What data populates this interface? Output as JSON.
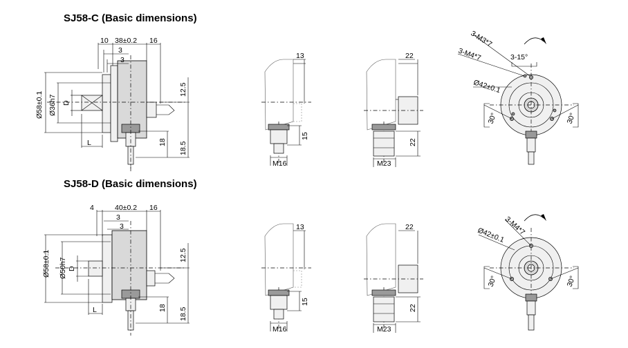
{
  "sections": [
    {
      "title": "SJ58-C (Basic dimensions)",
      "side_view": {
        "top_dims": [
          "10",
          "38±0.2",
          "16",
          "3",
          "3"
        ],
        "left_dims": [
          "Ø58±0.1",
          "Ø36h7",
          "D"
        ],
        "right_dims": [
          "12.5",
          "18",
          "18.5"
        ],
        "bottom_dims": [
          "L"
        ]
      },
      "m16_view": {
        "dims": [
          "13",
          "15"
        ],
        "connector": "M16"
      },
      "m23_view": {
        "dims": [
          "22",
          "22"
        ],
        "connector": "M23"
      },
      "front_view": {
        "labels": [
          "3-M3*7",
          "3-M4*7",
          "3-15°",
          "Ø42±0.1",
          "30°",
          "30°"
        ]
      }
    },
    {
      "title": "SJ58-D (Basic dimensions)",
      "side_view": {
        "top_dims": [
          "4",
          "40±0.2",
          "16",
          "3",
          "3"
        ],
        "left_dims": [
          "Ø58±0.1",
          "Ø50h7",
          "D"
        ],
        "right_dims": [
          "12.5",
          "18",
          "18.5"
        ],
        "bottom_dims": [
          "L"
        ]
      },
      "m16_view": {
        "dims": [
          "13",
          "15"
        ],
        "connector": "M16"
      },
      "m23_view": {
        "dims": [
          "22",
          "22"
        ],
        "connector": "M23"
      },
      "front_view": {
        "labels": [
          "3-M4*7",
          "Ø42±0.1",
          "30°",
          "30°"
        ]
      }
    }
  ]
}
